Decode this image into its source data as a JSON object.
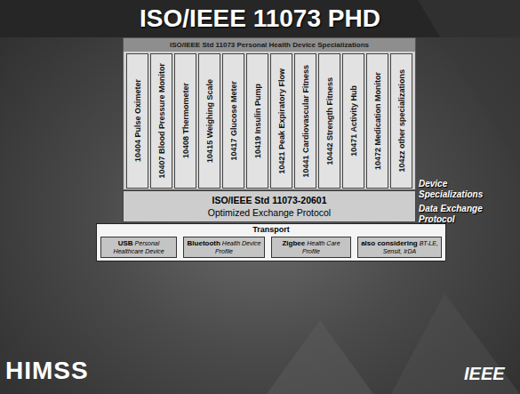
{
  "diagram": {
    "title": "ISO/IEEE 11073 PHD",
    "nodes": [
      {
        "text": [
          "ISO/IEEE Std 11073 Personal Health Device Specializations"
        ]
      },
      {
        "text": [
          "10404 Pulse Oximeter"
        ],
        "in": 0
      },
      {
        "text": [
          "10407 Blood Pressure Monitor"
        ],
        "in": 0
      },
      {
        "text": [
          "10408 Thermometer"
        ],
        "in": 0
      },
      {
        "text": [
          "10415 Weighing Scale"
        ],
        "in": 0
      },
      {
        "text": [
          "10417 Glucose Meter"
        ],
        "in": 0
      },
      {
        "text": [
          "10419 Insulin Pump"
        ],
        "in": 0
      },
      {
        "text": [
          "10421 Peak Expiratory Flow"
        ],
        "in": 0
      },
      {
        "text": [
          "10441 Cardiovascular Fitness"
        ],
        "in": 0
      },
      {
        "text": [
          "10442 Strength Fitness"
        ],
        "in": 0
      },
      {
        "text": [
          "10471 Activity Hub"
        ],
        "in": 0
      },
      {
        "text": [
          "10472 Medication Monitor"
        ],
        "in": 0
      },
      {
        "text": [
          "104zz other specializations"
        ],
        "in": 0
      },
      {
        "text": [
          "ISO/IEEE Std 11073-20601",
          "Optimized Exchange Protocol"
        ]
      },
      {
        "text": [
          "Transport"
        ]
      },
      {
        "text": [
          "USB",
          "Personal Healthcare Device"
        ],
        "in": 14
      },
      {
        "text": [
          "Bluetooth",
          "Health Device Profile"
        ],
        "in": 14
      },
      {
        "text": [
          "Zigbee",
          "Health Care Profile"
        ],
        "in": 14
      },
      {
        "text": [
          "also considering",
          "BT-LE, Sensit, IrDA"
        ],
        "in": 14
      }
    ],
    "labels": [
      "Device Specializations",
      "Data Exchange Protocol",
      "HIMSS",
      "IEEE"
    ]
  }
}
